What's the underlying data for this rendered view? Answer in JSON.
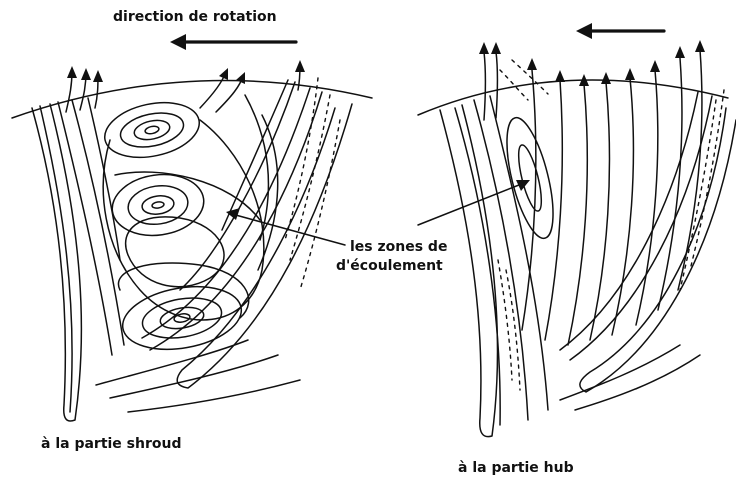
{
  "labels": {
    "rotation": "direction de rotation",
    "zones_line1": "les zones de",
    "zones_line2": "d'écoulement",
    "shroud": "à la partie  shroud",
    "hub": "à la partie hub"
  }
}
